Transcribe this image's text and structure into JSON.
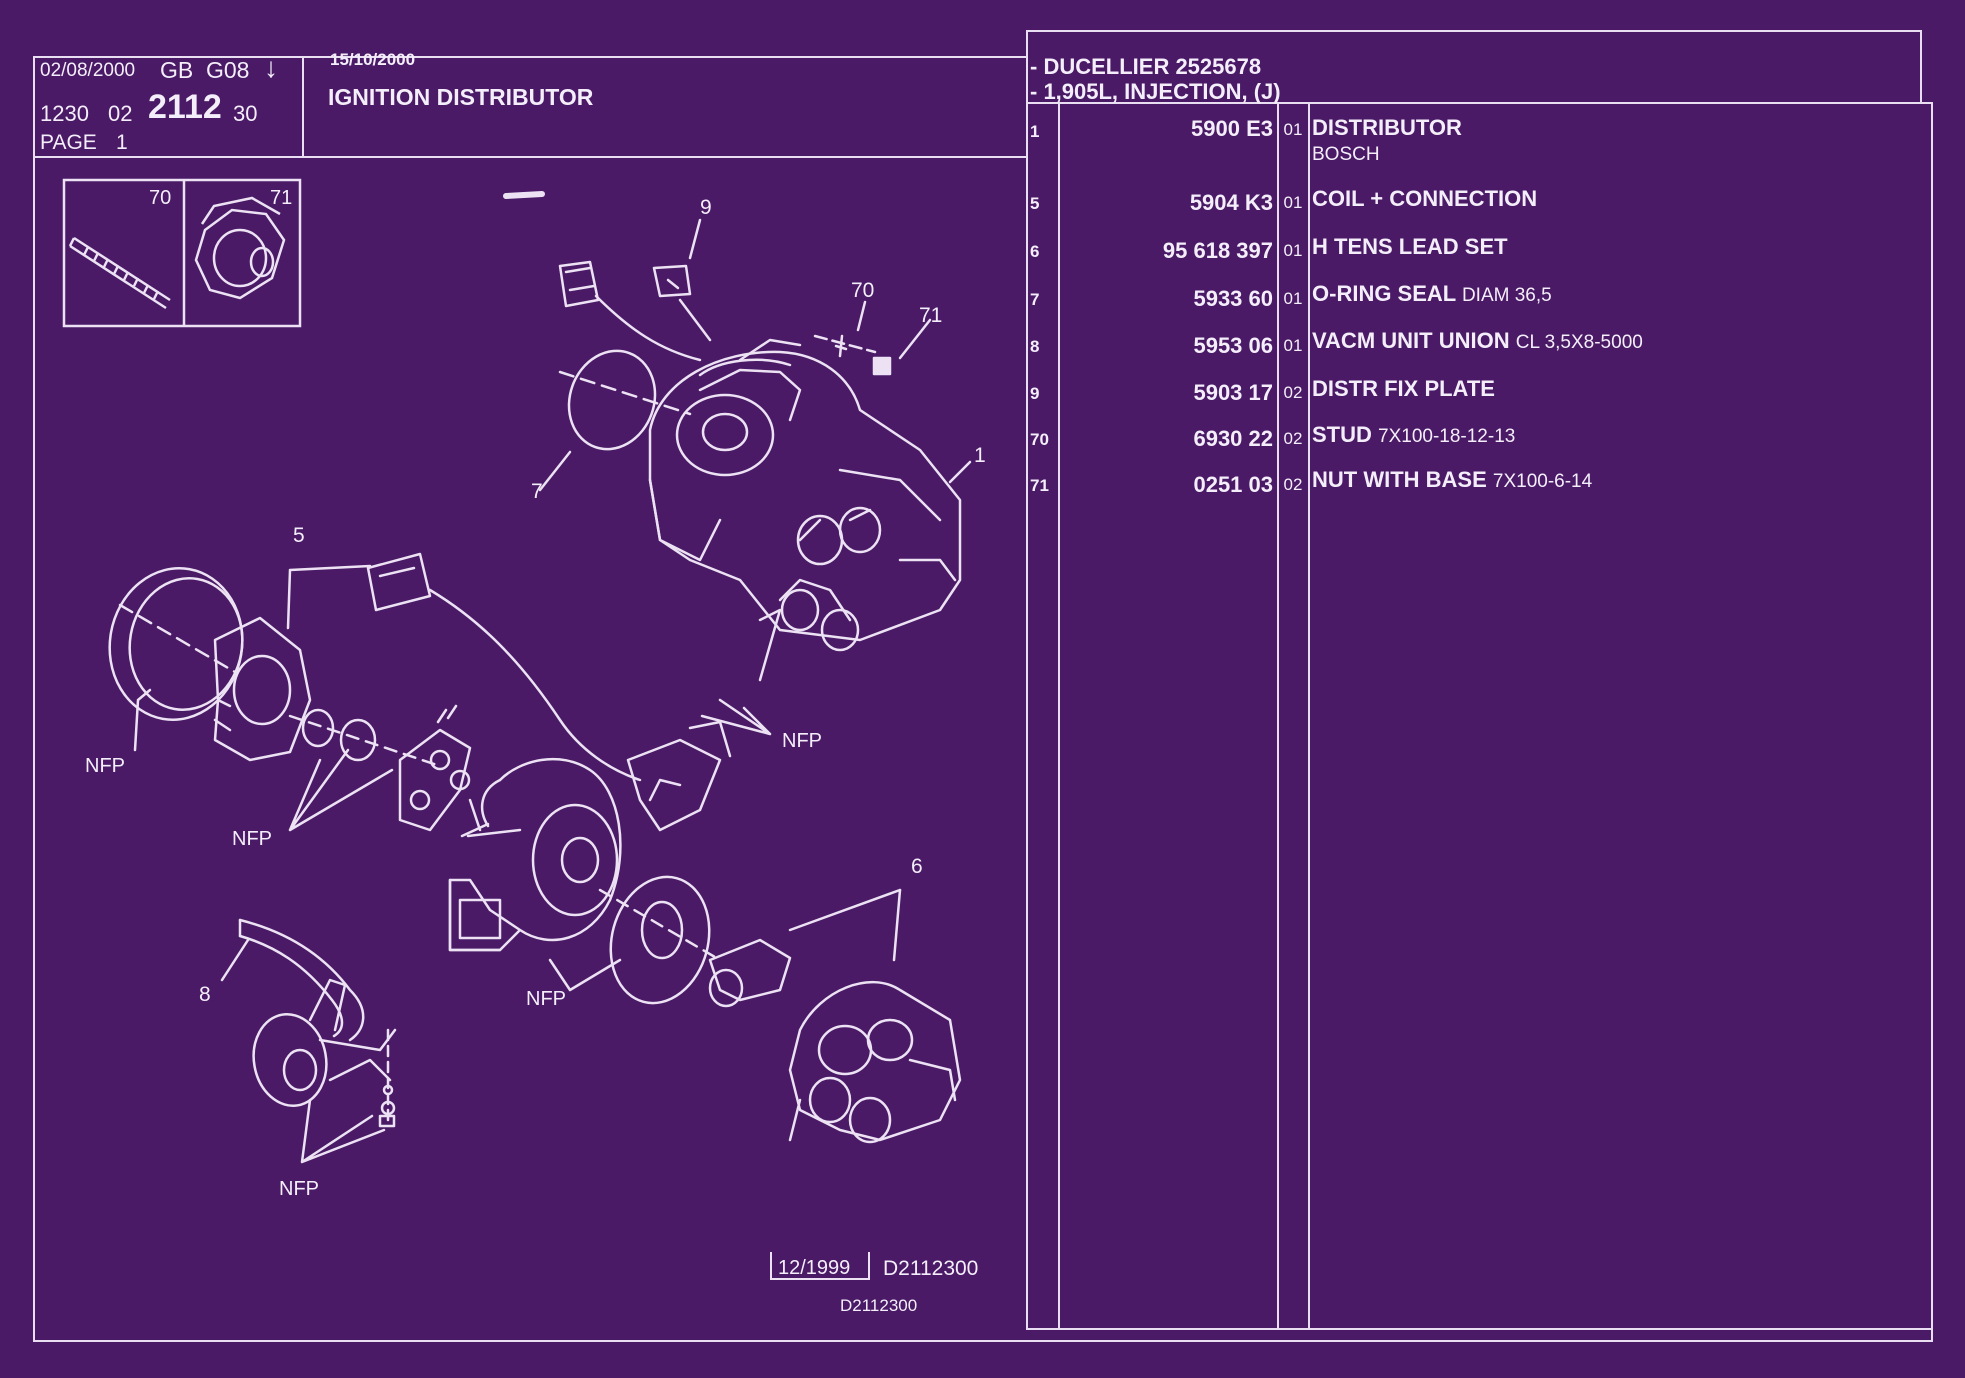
{
  "header": {
    "date1": "02/08/2000",
    "lang": "GB",
    "group": "G08",
    "arrow": "↓",
    "code_a": "1230",
    "code_b": "02",
    "code_main": "2112",
    "code_c": "30",
    "page_label": "PAGE",
    "page_num": "1",
    "date2": "15/10/2000",
    "title": "IGNITION DISTRIBUTOR",
    "note1": "- DUCELLIER 2525678",
    "note2": "- 1,905L, INJECTION, (J)"
  },
  "inset": {
    "label_a": "70",
    "label_b": "71"
  },
  "callouts": {
    "c1": "1",
    "c5": "5",
    "c6": "6",
    "c7": "7",
    "c8": "8",
    "c9": "9",
    "c70": "70",
    "c71": "71",
    "nfp": "NFP"
  },
  "footer": {
    "date_box": "12/1999",
    "drawing_ref": "D2112300",
    "drawing_ref2": "D2112300"
  },
  "parts": [
    {
      "num": "1",
      "ref": "5900 E3",
      "qty": "01",
      "desc": "DISTRIBUTOR",
      "spec": "",
      "sub": "BOSCH"
    },
    {
      "num": "5",
      "ref": "5904 K3",
      "qty": "01",
      "desc": "COIL + CONNECTION",
      "spec": "",
      "sub": ""
    },
    {
      "num": "6",
      "ref": "95 618 397",
      "qty": "01",
      "desc": "H TENS LEAD SET",
      "spec": "",
      "sub": ""
    },
    {
      "num": "7",
      "ref": "5933 60",
      "qty": "01",
      "desc": "O-RING SEAL",
      "spec": "DIAM 36,5",
      "sub": ""
    },
    {
      "num": "8",
      "ref": "5953 06",
      "qty": "01",
      "desc": "VACM UNIT UNION",
      "spec": "CL 3,5X8-5000",
      "sub": ""
    },
    {
      "num": "9",
      "ref": "5903 17",
      "qty": "02",
      "desc": "DISTR FIX PLATE",
      "spec": "",
      "sub": ""
    },
    {
      "num": "70",
      "ref": "6930 22",
      "qty": "02",
      "desc": "STUD",
      "spec": "7X100-18-12-13",
      "sub": ""
    },
    {
      "num": "71",
      "ref": "0251 03",
      "qty": "02",
      "desc": "NUT WITH BASE",
      "spec": "7X100-6-14",
      "sub": ""
    }
  ]
}
